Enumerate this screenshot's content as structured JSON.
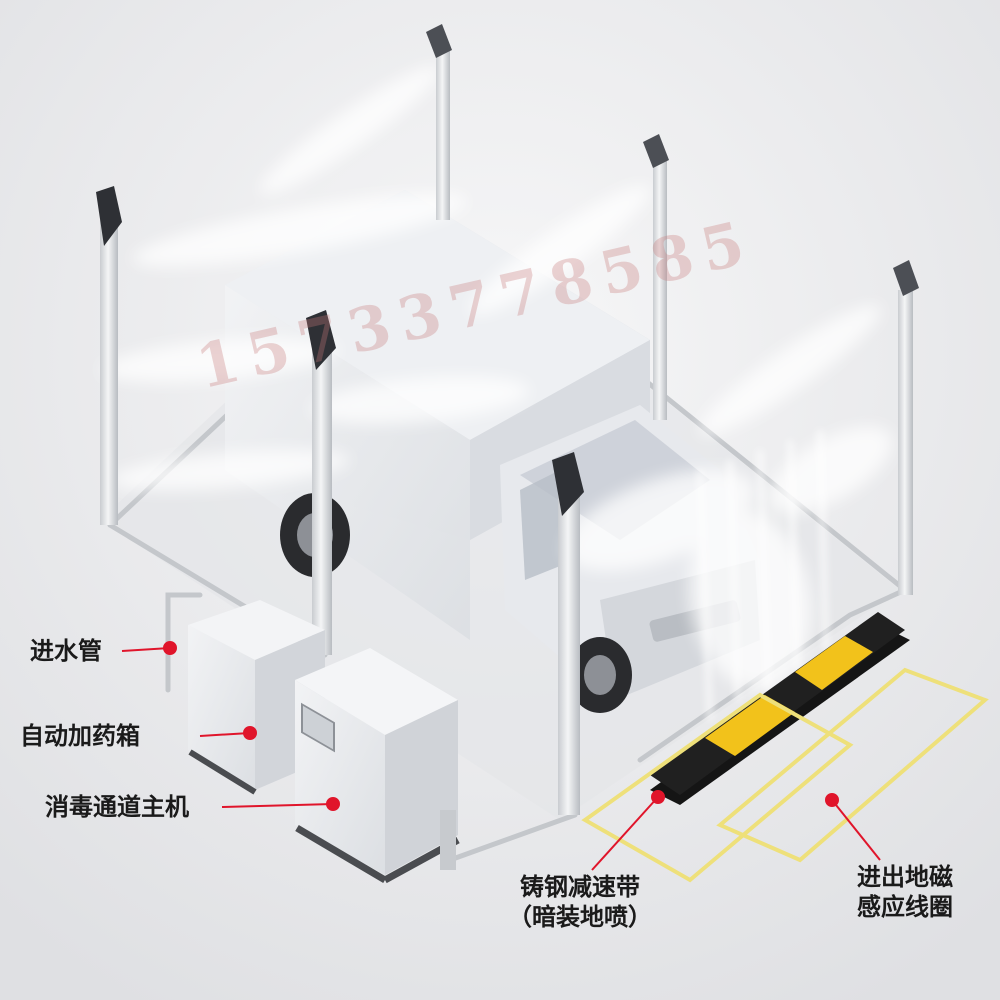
{
  "labels": {
    "water_inlet": "进水管",
    "auto_dosing_box": "自动加药箱",
    "host_unit": "消毒通道主机",
    "speed_bump_line1": "铸钢减速带",
    "speed_bump_line2": "（暗装地喷）",
    "loop_line1": "进出地磁",
    "loop_line2": "感应线圈"
  },
  "watermark": "15733778585",
  "colors": {
    "background": "#e9eaec",
    "leader_line": "#e0152b",
    "loop_outline": "#eee07a",
    "bump_yellow": "#f2c21b",
    "bump_black": "#151515"
  }
}
